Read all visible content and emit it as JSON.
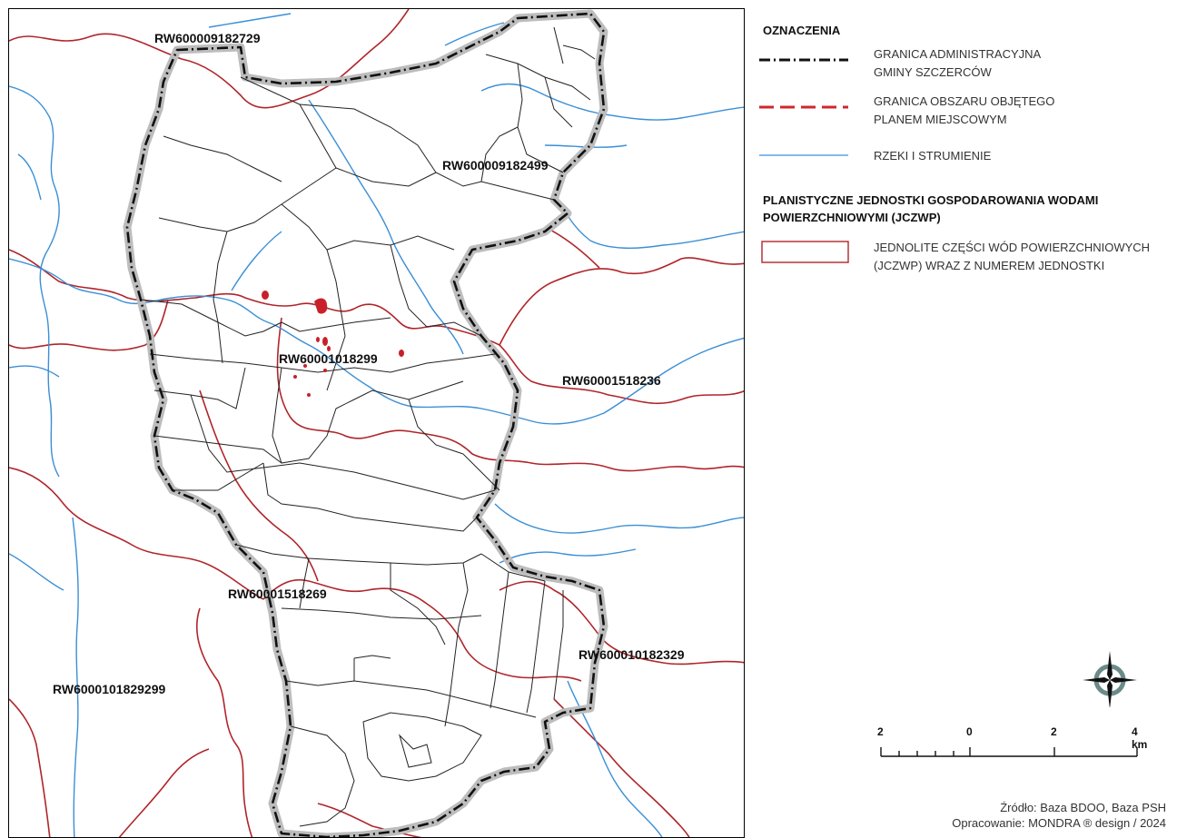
{
  "map": {
    "unit_labels": [
      {
        "id": "rw-9182729",
        "text": "RW600009182729"
      },
      {
        "id": "rw-9182499",
        "text": "RW600009182499"
      },
      {
        "id": "rw-1018299",
        "text": "RW60001018299"
      },
      {
        "id": "rw-1518236",
        "text": "RW60001518236"
      },
      {
        "id": "rw-1518269",
        "text": "RW60001518269"
      },
      {
        "id": "rw-10182329",
        "text": "RW600010182329"
      },
      {
        "id": "rw-101829299",
        "text": "RW6000101829299"
      }
    ],
    "colors": {
      "river": "#3a8fd6",
      "jczwp": "#b0252a",
      "boundary": "#111111",
      "halo": "#bdbdbd",
      "plan_area": "#c8202a"
    }
  },
  "legend": {
    "title": "OZNACZENIA",
    "items": [
      {
        "symbol": "dash-dot-black-line",
        "line1": "GRANICA ADMINISTRACYJNA",
        "line2": "GMINY SZCZERCÓW"
      },
      {
        "symbol": "dashed-red-line",
        "line1": "GRANICA OBSZARU OBJĘTEGO",
        "line2": "PLANEM MIEJSCOWYM"
      },
      {
        "symbol": "thin-blue-line",
        "line1": "RZEKI I STRUMIENIE",
        "line2": ""
      }
    ],
    "section2_title_line1": "PLANISTYCZNE JEDNOSTKI GOSPODAROWANIA WODAMI",
    "section2_title_line2": "POWIERZCHNIOWYMI (JCZWP)",
    "jczwp_item": {
      "symbol": "red-outline-rectangle",
      "line1": "JEDNOLITE CZĘŚCI WÓD POWIERZCHNIOWYCH",
      "line2": "(JCZWP) WRAZ Z NUMEREM JEDNOSTKI"
    }
  },
  "scale": {
    "labels": [
      "2",
      "0",
      "2",
      "4 km"
    ]
  },
  "source": {
    "line1": "Źródło: Baza BDOO, Baza PSH",
    "line2": "Opracowanie: MONDRA ® design / 2024"
  },
  "compass_icon": "north-arrow-compass-rose"
}
